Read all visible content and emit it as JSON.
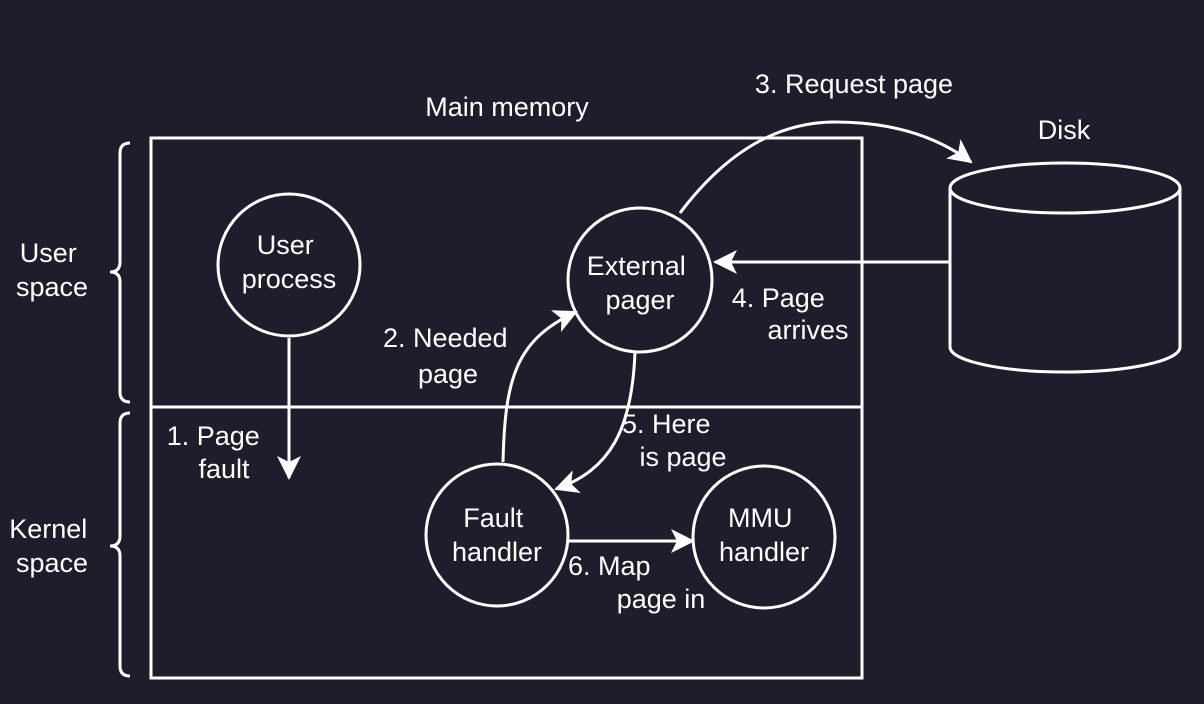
{
  "colors": {
    "background": "#1f1c2c",
    "foreground": "#ffffff"
  },
  "labels": {
    "main_memory": "Main memory",
    "disk": "Disk",
    "user_space": [
      "User",
      "space"
    ],
    "kernel_space": [
      "Kernel",
      "space"
    ]
  },
  "nodes": {
    "user_process": [
      "User",
      "process"
    ],
    "external_pager": [
      "External",
      "pager"
    ],
    "fault_handler": [
      "Fault",
      "handler"
    ],
    "mmu_handler": [
      "MMU",
      "handler"
    ]
  },
  "steps": {
    "step1": [
      "1. Page",
      "fault"
    ],
    "step2": [
      "2. Needed",
      "page"
    ],
    "step3": "3. Request page",
    "step4": [
      "4. Page",
      "arrives"
    ],
    "step5": [
      "5. Here",
      "is page"
    ],
    "step6": [
      "6. Map",
      "page in"
    ]
  }
}
